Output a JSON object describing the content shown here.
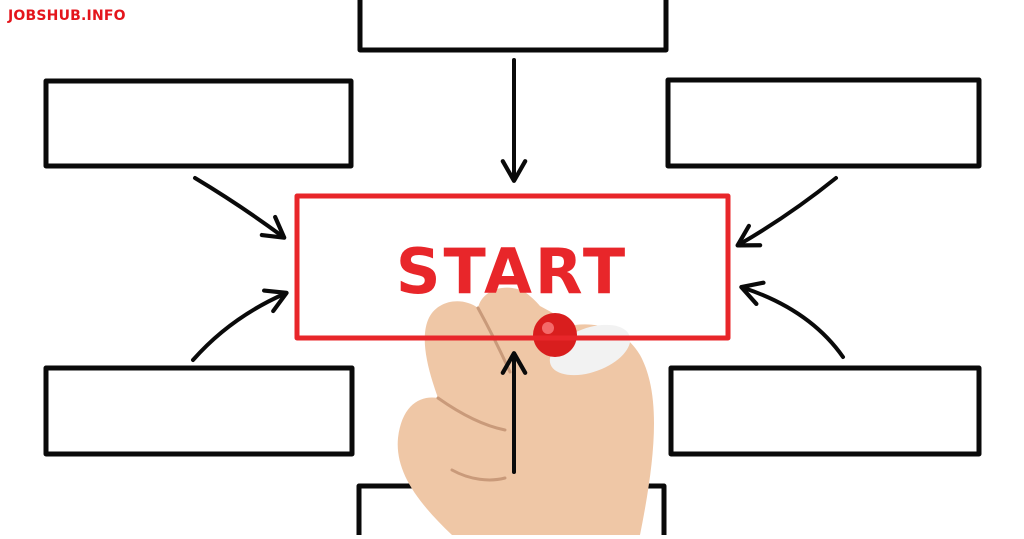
{
  "brand": {
    "label": "JOBSHUB.INFO",
    "color": "#e4151c"
  },
  "center_box": {
    "label": "START",
    "color": "#e8262a"
  },
  "ink_color": "#0a0a0a",
  "skin_color": "#efc7a6",
  "pen_cap_color": "#d91e1e",
  "outer_boxes": [
    "top",
    "top-left",
    "top-right",
    "bottom-left",
    "bottom-right",
    "bottom"
  ]
}
